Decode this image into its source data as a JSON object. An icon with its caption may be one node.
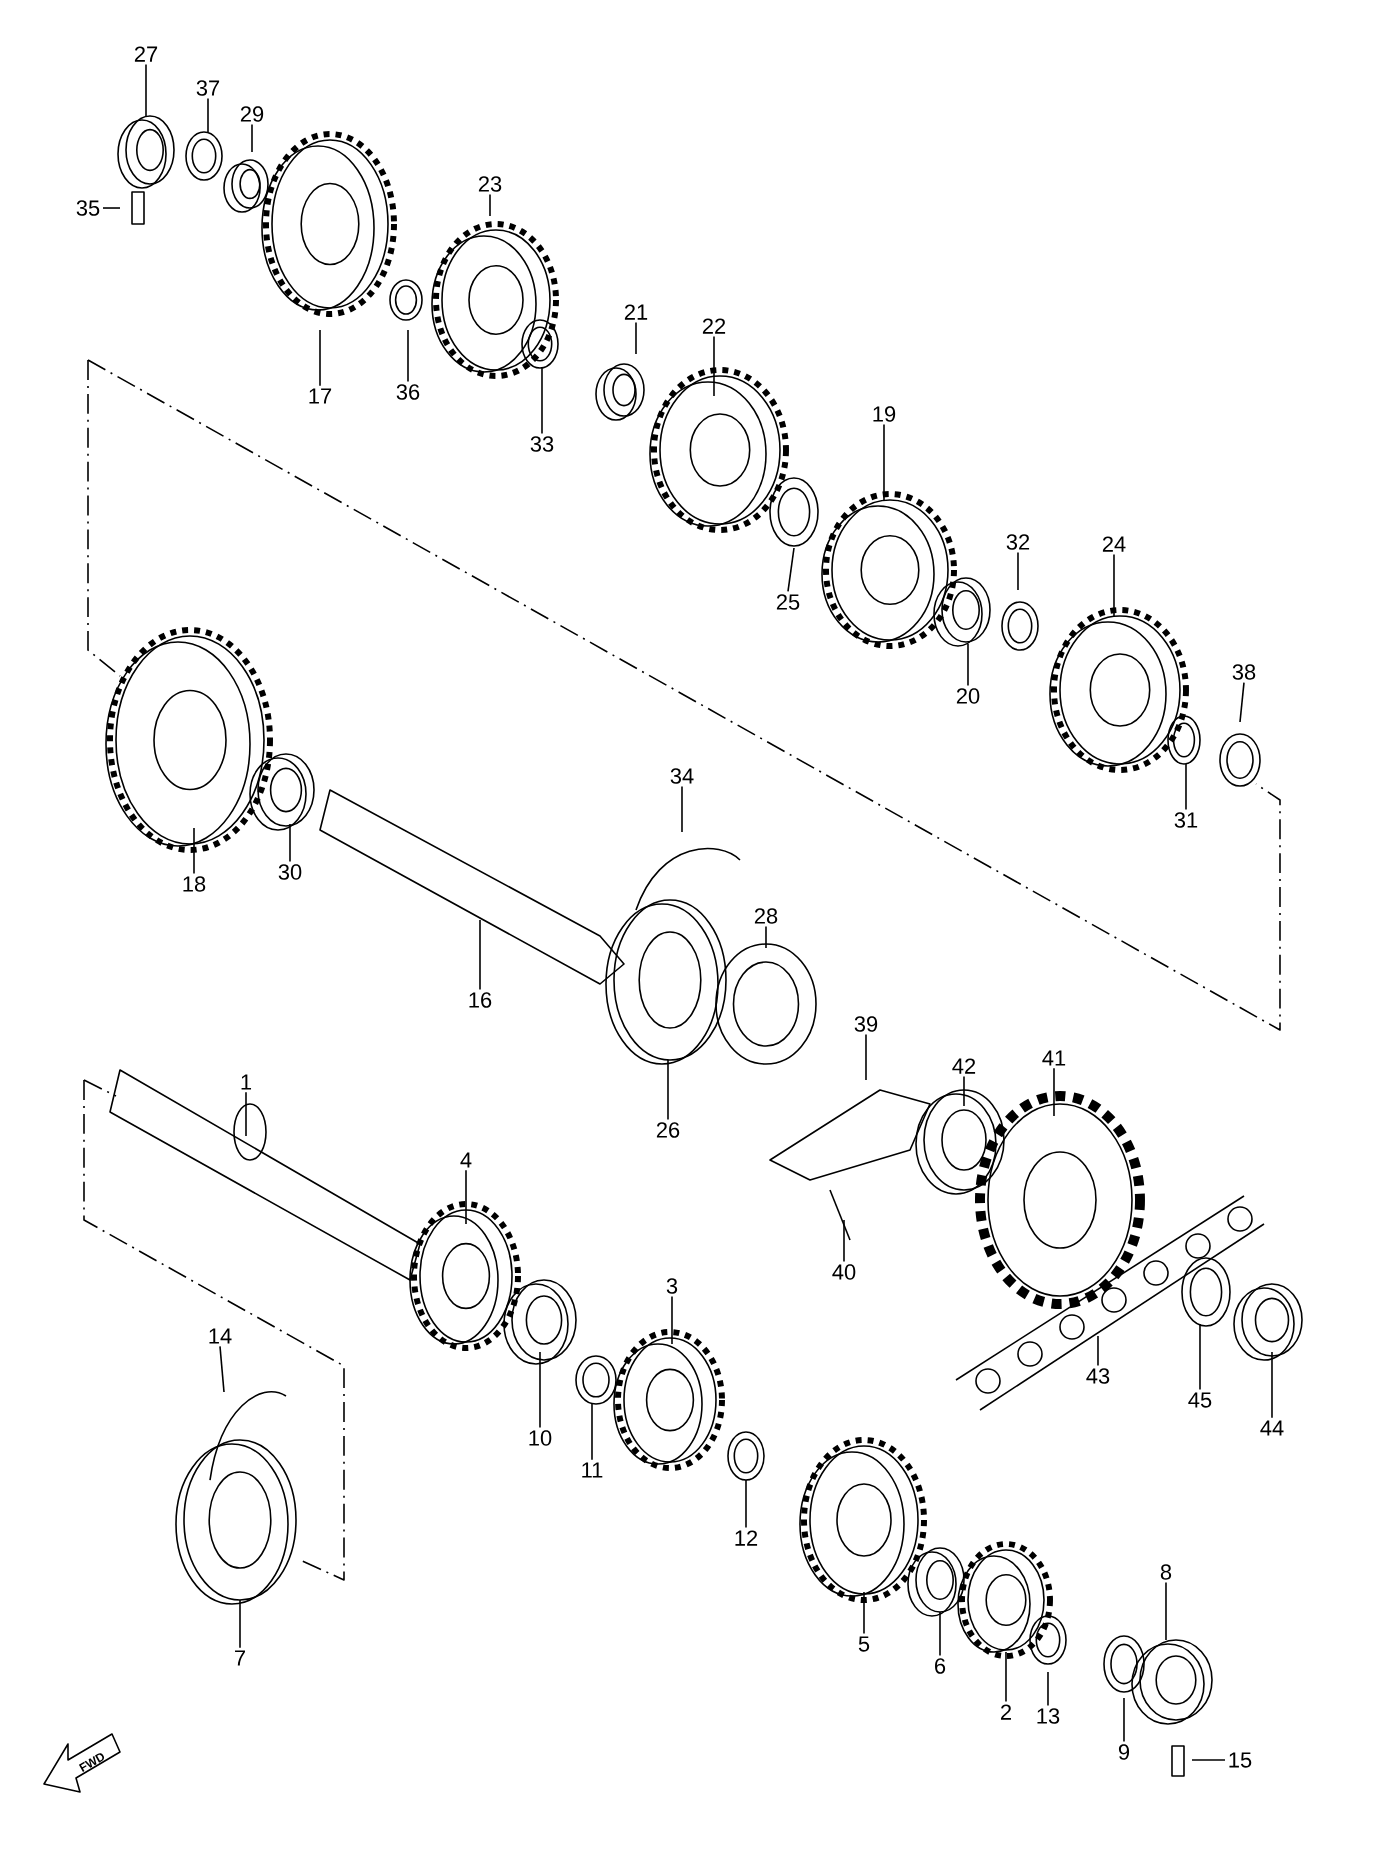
{
  "diagram": {
    "nodes": [
      {
        "text": [
          "27"
        ]
      },
      {
        "text": [
          "37"
        ]
      },
      {
        "text": [
          "29"
        ]
      },
      {
        "text": [
          "23"
        ]
      },
      {
        "text": [
          "35"
        ]
      },
      {
        "text": [
          "21"
        ]
      },
      {
        "text": [
          "22"
        ]
      },
      {
        "text": [
          "17"
        ]
      },
      {
        "text": [
          "36"
        ]
      },
      {
        "text": [
          "19"
        ]
      },
      {
        "text": [
          "33"
        ]
      },
      {
        "text": [
          "32"
        ]
      },
      {
        "text": [
          "24"
        ]
      },
      {
        "text": [
          "25"
        ]
      },
      {
        "text": [
          "38"
        ]
      },
      {
        "text": [
          "20"
        ]
      },
      {
        "text": [
          "34"
        ]
      },
      {
        "text": [
          "31"
        ]
      },
      {
        "text": [
          "30"
        ]
      },
      {
        "text": [
          "18"
        ]
      },
      {
        "text": [
          "28"
        ]
      },
      {
        "text": [
          "16"
        ]
      },
      {
        "text": [
          "39"
        ]
      },
      {
        "text": [
          "41"
        ]
      },
      {
        "text": [
          "42"
        ]
      },
      {
        "text": [
          "1"
        ]
      },
      {
        "text": [
          "26"
        ]
      },
      {
        "text": [
          "4"
        ]
      },
      {
        "text": [
          "40"
        ]
      },
      {
        "text": [
          "3"
        ]
      },
      {
        "text": [
          "14"
        ]
      },
      {
        "text": [
          "43"
        ]
      },
      {
        "text": [
          "45"
        ]
      },
      {
        "text": [
          "44"
        ]
      },
      {
        "text": [
          "10"
        ]
      },
      {
        "text": [
          "11"
        ]
      },
      {
        "text": [
          "12"
        ]
      },
      {
        "text": [
          "8"
        ]
      },
      {
        "text": [
          "5"
        ]
      },
      {
        "text": [
          "7"
        ]
      },
      {
        "text": [
          "6"
        ]
      },
      {
        "text": [
          "2"
        ]
      },
      {
        "text": [
          "13"
        ]
      },
      {
        "text": [
          "9"
        ]
      },
      {
        "text": [
          "15"
        ]
      }
    ],
    "edges": [
      {
        "from": 0,
        "to": null,
        "arrow": "none"
      },
      {
        "from": 1,
        "to": null,
        "arrow": "none"
      },
      {
        "from": 2,
        "to": null,
        "arrow": "none"
      },
      {
        "from": 3,
        "to": null,
        "arrow": "none"
      },
      {
        "from": 4,
        "to": null,
        "arrow": "none"
      },
      {
        "from": 5,
        "to": null,
        "arrow": "none"
      },
      {
        "from": 6,
        "to": null,
        "arrow": "none"
      },
      {
        "from": 7,
        "to": null,
        "arrow": "none"
      },
      {
        "from": 8,
        "to": null,
        "arrow": "none"
      },
      {
        "from": 9,
        "to": null,
        "arrow": "none"
      },
      {
        "from": 10,
        "to": null,
        "arrow": "none"
      },
      {
        "from": 11,
        "to": null,
        "arrow": "none"
      },
      {
        "from": 12,
        "to": null,
        "arrow": "none"
      },
      {
        "from": 13,
        "to": null,
        "arrow": "none"
      },
      {
        "from": 14,
        "to": null,
        "arrow": "none"
      },
      {
        "from": 15,
        "to": null,
        "arrow": "none"
      },
      {
        "from": 16,
        "to": null,
        "arrow": "none"
      },
      {
        "from": 17,
        "to": null,
        "arrow": "none"
      },
      {
        "from": 18,
        "to": null,
        "arrow": "none"
      },
      {
        "from": 19,
        "to": null,
        "arrow": "none"
      },
      {
        "from": 20,
        "to": null,
        "arrow": "none"
      },
      {
        "from": 21,
        "to": null,
        "arrow": "none"
      },
      {
        "from": 22,
        "to": null,
        "arrow": "none"
      },
      {
        "from": 23,
        "to": null,
        "arrow": "none"
      },
      {
        "from": 24,
        "to": null,
        "arrow": "none"
      },
      {
        "from": 25,
        "to": null,
        "arrow": "none"
      },
      {
        "from": 26,
        "to": null,
        "arrow": "none"
      },
      {
        "from": 27,
        "to": null,
        "arrow": "none"
      },
      {
        "from": 28,
        "to": null,
        "arrow": "none"
      },
      {
        "from": 29,
        "to": null,
        "arrow": "none"
      },
      {
        "from": 30,
        "to": null,
        "arrow": "none"
      },
      {
        "from": 31,
        "to": null,
        "arrow": "none"
      },
      {
        "from": 32,
        "to": null,
        "arrow": "none"
      },
      {
        "from": 33,
        "to": null,
        "arrow": "none"
      },
      {
        "from": 34,
        "to": null,
        "arrow": "none"
      },
      {
        "from": 35,
        "to": null,
        "arrow": "none"
      },
      {
        "from": 36,
        "to": null,
        "arrow": "none"
      },
      {
        "from": 37,
        "to": null,
        "arrow": "none"
      },
      {
        "from": 38,
        "to": null,
        "arrow": "none"
      },
      {
        "from": 39,
        "to": null,
        "arrow": "none"
      },
      {
        "from": 40,
        "to": null,
        "arrow": "none"
      },
      {
        "from": 41,
        "to": null,
        "arrow": "none"
      },
      {
        "from": 42,
        "to": null,
        "arrow": "none"
      },
      {
        "from": 43,
        "to": null,
        "arrow": "none"
      },
      {
        "from": 44,
        "to": null,
        "arrow": "none"
      }
    ],
    "labels": [
      "FWD"
    ]
  }
}
